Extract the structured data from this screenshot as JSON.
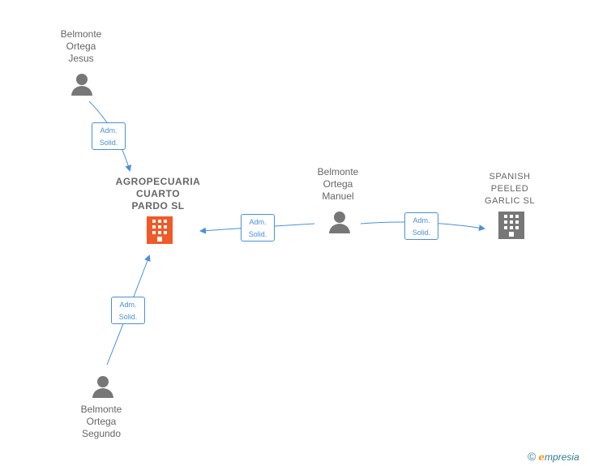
{
  "nodes": {
    "jesus": {
      "label": "Belmonte\nOrtega\nJesus",
      "icon": "person-icon",
      "color": "#777777"
    },
    "manuel": {
      "label": "Belmonte\nOrtega\nManuel",
      "icon": "person-icon",
      "color": "#777777"
    },
    "segundo": {
      "label": "Belmonte\nOrtega\nSegundo",
      "icon": "person-icon",
      "color": "#777777"
    },
    "agro": {
      "label": "AGROPECUARIA\nCUARTO\nPARDO  SL",
      "icon": "building-icon",
      "color": "#f05a28"
    },
    "spanish": {
      "label": "SPANISH\nPEELED\nGARLIC  SL",
      "icon": "building-icon",
      "color": "#777777"
    }
  },
  "edges": [
    {
      "from": "Belmonte Ortega Jesus",
      "to": "AGROPECUARIA CUARTO PARDO SL",
      "label": "Adm.\nSolid."
    },
    {
      "from": "Belmonte Ortega Manuel",
      "to": "AGROPECUARIA CUARTO PARDO SL",
      "label": "Adm.\nSolid."
    },
    {
      "from": "Belmonte Ortega Manuel",
      "to": "SPANISH PEELED GARLIC SL",
      "label": "Adm.\nSolid."
    },
    {
      "from": "Belmonte Ortega Segundo",
      "to": "AGROPECUARIA CUARTO PARDO SL",
      "label": "Adm.\nSolid."
    }
  ],
  "edge_color": "#4a90d9",
  "footer": {
    "copyright": "©",
    "brand_initial": "e",
    "brand_rest": "mpresia"
  }
}
